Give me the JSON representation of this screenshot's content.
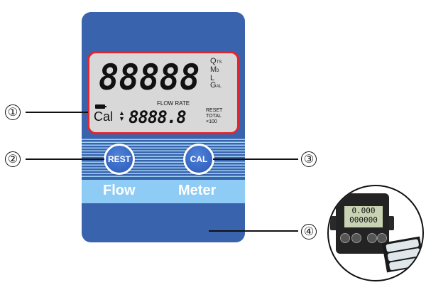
{
  "device": {
    "body_color": "#3a63ad",
    "lcd_border_color": "#e4252b",
    "lcd_bg_color": "#d8d8d8",
    "band_color": "#8ecbf5",
    "lcd": {
      "main_digits": [
        "8",
        "8",
        "8",
        "8",
        "8"
      ],
      "main_dots": true,
      "units": {
        "qts": "Q",
        "qts_sub": "TS",
        "m3": "M",
        "m3_sup": "3",
        "l": "L",
        "gal": "G",
        "gal_sub": "AL"
      },
      "flow_rate_label": "FLOW RATE",
      "cal_label": "Cal",
      "arrows": "▲▼",
      "sub_digits": "8888.8",
      "reset_label": "RESET",
      "total_label": "TOTAL",
      "multiplier_label": "×100"
    },
    "buttons": {
      "rest_label": "REST",
      "cal_label": "CAL"
    },
    "band": {
      "left_text": "Flow",
      "right_text": "Meter"
    }
  },
  "callouts": [
    {
      "id": "1",
      "symbol": "①",
      "target": "lcd-display"
    },
    {
      "id": "2",
      "symbol": "②",
      "target": "rest-button"
    },
    {
      "id": "3",
      "symbol": "③",
      "target": "cal-button"
    },
    {
      "id": "4",
      "symbol": "④",
      "target": "battery-compartment"
    }
  ],
  "inset_photo": {
    "lcd_top": "0.000",
    "lcd_bottom": "000000"
  }
}
